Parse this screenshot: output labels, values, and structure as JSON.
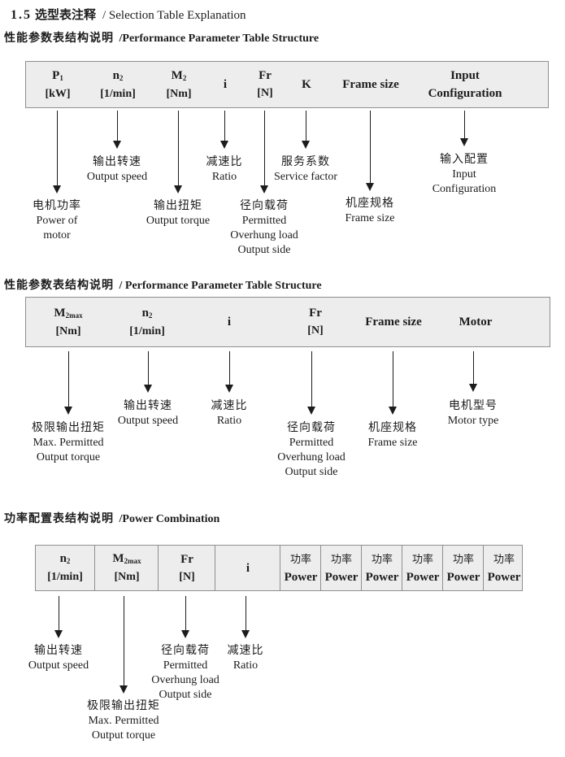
{
  "title": {
    "num": "1.5",
    "zh": "选型表注释",
    "en": "/ Selection Table Explanation"
  },
  "sections": [
    {
      "heading": {
        "zh": "性能参数表结构说明",
        "en": "/Performance Parameter Table Structure"
      },
      "columns": [
        {
          "sym": "P",
          "sub": "1",
          "unit": "[kW]"
        },
        {
          "sym": "n",
          "sub": "2",
          "unit": "[1/min]"
        },
        {
          "sym": "M",
          "sub": "2",
          "unit": "[Nm]"
        },
        {
          "sym": "i"
        },
        {
          "sym": "Fr",
          "unit": "[N]"
        },
        {
          "sym": "K"
        },
        {
          "label": "Frame size"
        },
        {
          "line1": "Input",
          "line2": "Configuration"
        }
      ],
      "callouts": [
        {
          "lines": [
            "电机功率",
            "Power of",
            "motor"
          ]
        },
        {
          "lines": [
            "输出转速",
            "Output speed"
          ]
        },
        {
          "lines": [
            "输出扭矩",
            "Output torque"
          ]
        },
        {
          "lines": [
            "减速比",
            "Ratio"
          ]
        },
        {
          "lines": [
            "径向载荷",
            "Permitted",
            "Overhung load",
            "Output side"
          ]
        },
        {
          "lines": [
            "服务系数",
            "Service factor"
          ]
        },
        {
          "lines": [
            "机座规格",
            "Frame size"
          ]
        },
        {
          "lines": [
            "输入配置",
            "Input",
            "Configuration"
          ]
        }
      ]
    },
    {
      "heading": {
        "zh": "性能参数表结构说明",
        "en": "/ Performance Parameter Table Structure"
      },
      "columns": [
        {
          "sym": "M",
          "sub": "2max",
          "unit": "[Nm]"
        },
        {
          "sym": "n",
          "sub": "2",
          "unit": "[1/min]"
        },
        {
          "sym": "i"
        },
        {
          "sym": "Fr",
          "unit": "[N]"
        },
        {
          "label": "Frame size"
        },
        {
          "label": "Motor"
        }
      ],
      "callouts": [
        {
          "lines": [
            "极限输出扭矩",
            "Max. Permitted",
            "Output torque"
          ]
        },
        {
          "lines": [
            "输出转速",
            "Output speed"
          ]
        },
        {
          "lines": [
            "减速比",
            "Ratio"
          ]
        },
        {
          "lines": [
            "径向载荷",
            "Permitted",
            "Overhung load",
            "Output side"
          ]
        },
        {
          "lines": [
            "机座规格",
            "Frame size"
          ]
        },
        {
          "lines": [
            "电机型号",
            "Motor type"
          ]
        }
      ]
    },
    {
      "heading": {
        "zh": "功率配置表结构说明",
        "en": "/Power Combination"
      },
      "columns": [
        {
          "sym": "n",
          "sub": "2",
          "unit": "[1/min]"
        },
        {
          "sym": "M",
          "sub": "2max",
          "unit": "[Nm]"
        },
        {
          "sym": "Fr",
          "unit": "[N]"
        },
        {
          "sym": "i"
        }
      ],
      "power_columns": [
        {
          "zh": "功率",
          "en": "Power"
        },
        {
          "zh": "功率",
          "en": "Power"
        },
        {
          "zh": "功率",
          "en": "Power"
        },
        {
          "zh": "功率",
          "en": "Power"
        },
        {
          "zh": "功率",
          "en": "Power"
        },
        {
          "zh": "功率",
          "en": "Power"
        }
      ],
      "callouts": [
        {
          "lines": [
            "输出转速",
            "Output speed"
          ]
        },
        {
          "lines": [
            "极限输出扭矩",
            "Max. Permitted",
            "Output torque"
          ]
        },
        {
          "lines": [
            "径向载荷",
            "Permitted",
            "Overhung load",
            "Output side"
          ]
        },
        {
          "lines": [
            "减速比",
            "Ratio"
          ]
        }
      ]
    }
  ]
}
